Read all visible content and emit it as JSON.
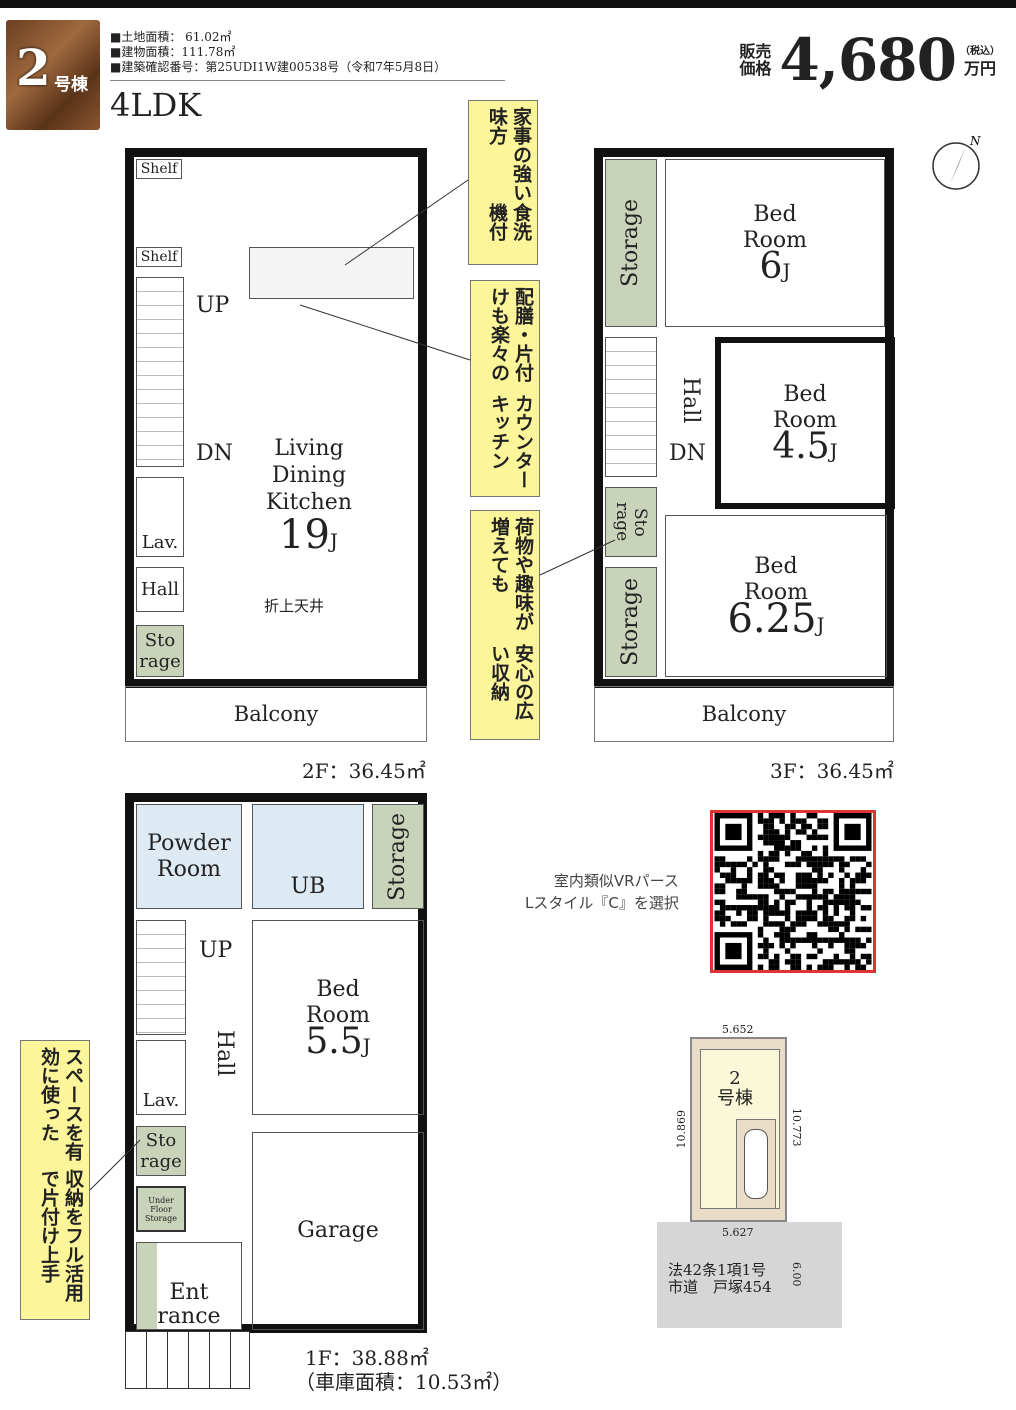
{
  "header": {
    "building_no": "2",
    "building_suffix": "号棟",
    "info": [
      "■土地面積： 61.02㎡",
      "■建物面積：111.78㎡",
      "■建築確認番号：第25UDI1W建00538号（令和7年5月8日）"
    ],
    "layout_type": "4LDK",
    "price_label_1": "販売",
    "price_label_2": "価格",
    "price_value": "4,680",
    "price_tax": "（税込）",
    "price_unit": "万円"
  },
  "floor2": {
    "shelf1": "Shelf",
    "shelf2": "Shelf",
    "up": "UP",
    "dn": "DN",
    "ldk": "Living\nDining\nKitchen",
    "ldk_size": "19",
    "jo": "J",
    "ceiling": "折上天井",
    "lav": "Lav.",
    "hall": "Hall",
    "storage": "Sto\nrage",
    "balcony": "Balcony",
    "area": "2F：36.45㎡"
  },
  "floor3": {
    "storage_top": "Storage",
    "bed1": "Bed\nRoom",
    "bed1_size": "6",
    "hall": "Hall",
    "dn": "DN",
    "bed2": "Bed\nRoom",
    "bed2_size": "4.5",
    "storage_mid": "Sto\nrage",
    "storage_bottom": "Storage",
    "bed3": "Bed\nRoom",
    "bed3_size": "6.25",
    "jo": "J",
    "balcony": "Balcony",
    "area": "3F：36.45㎡"
  },
  "floor1": {
    "powder": "Powder\nRoom",
    "ub": "UB",
    "storage_top": "Storage",
    "up": "UP",
    "hall": "Hall",
    "lav": "Lav.",
    "bed": "Bed\nRoom",
    "bed_size": "5.5",
    "jo": "J",
    "storage": "Sto\nrage",
    "underfloor": "Under\nFloor\nStorage",
    "entrance": "Ent\nrance",
    "garage": "Garage",
    "area": "1F：38.88㎡",
    "garage_area": "（車庫面積：10.53㎡）"
  },
  "callouts": [
    {
      "line1": "家事の強い味方",
      "line2": "食洗機付"
    },
    {
      "line1": "配膳・片付けも楽々の",
      "line2": "カウンターキッチン"
    },
    {
      "line1": "荷物や趣味が増えても",
      "line2": "安心の広い収納"
    },
    {
      "line1": "スペースを有効に使った",
      "line2": "収納をフル活用で片付け上手"
    }
  ],
  "qr": {
    "caption_1": "室内類似VRパース",
    "caption_2": "Lスタイル『C』を選択"
  },
  "compass": {
    "label": "N",
    "icon": "north-arrow-icon"
  },
  "site": {
    "building": "2\n号棟",
    "dim_top": "5.652",
    "dim_bottom": "5.627",
    "dim_left": "10.869",
    "dim_right": "10.773",
    "road_1": "法42条1項1号",
    "road_2": "市道　戸塚454",
    "road_width": "6.00"
  },
  "colors": {
    "callout": "#fdf59a",
    "storage": "#c9d3b9",
    "wet_area": "#dde9f3",
    "qr_border": "#d33333"
  }
}
